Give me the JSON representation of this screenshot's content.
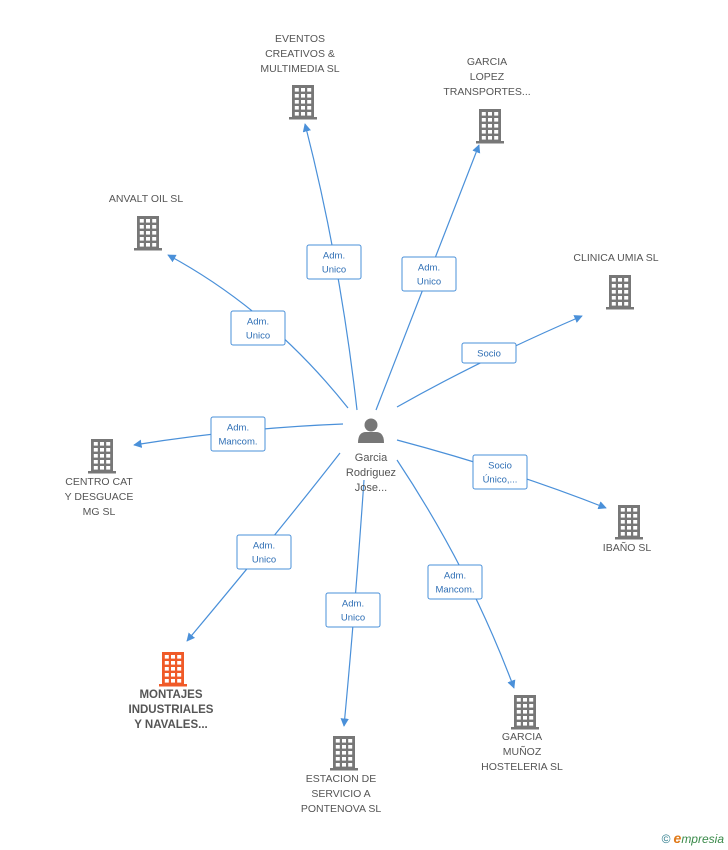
{
  "center": {
    "name_lines": [
      "Garcia",
      "Rodriguez",
      "Jose..."
    ],
    "icon": "person-icon"
  },
  "colors": {
    "edge": "#4a90d9",
    "building": "#777777",
    "highlight": "#f05a28"
  },
  "nodes": [
    {
      "id": "eventos",
      "lines": [
        "EVENTOS",
        "CREATIVOS &",
        "MULTIMEDIA  SL"
      ],
      "label_pos": "above",
      "role_lines": [
        "Adm.",
        "Unico"
      ],
      "highlight": false
    },
    {
      "id": "garcia-lopez",
      "lines": [
        "GARCIA",
        "LOPEZ",
        "TRANSPORTES..."
      ],
      "label_pos": "above",
      "role_lines": [
        "Adm.",
        "Unico"
      ],
      "highlight": false
    },
    {
      "id": "anvalt",
      "lines": [
        "ANVALT OIL  SL"
      ],
      "label_pos": "above",
      "role_lines": [
        "Adm.",
        "Unico"
      ],
      "highlight": false
    },
    {
      "id": "clinica",
      "lines": [
        "CLINICA UMIA SL"
      ],
      "label_pos": "above",
      "role_lines": [
        "Socio"
      ],
      "highlight": false
    },
    {
      "id": "centro",
      "lines": [
        "CENTRO CAT",
        "Y DESGUACE",
        "MG  SL"
      ],
      "label_pos": "below",
      "role_lines": [
        "Adm.",
        "Mancom."
      ],
      "highlight": false
    },
    {
      "id": "ibano",
      "lines": [
        "IBAÑO SL"
      ],
      "label_pos": "below",
      "role_lines": [
        "Socio",
        "Único,..."
      ],
      "highlight": false
    },
    {
      "id": "montajes",
      "lines": [
        "MONTAJES",
        "INDUSTRIALES",
        "Y NAVALES..."
      ],
      "label_pos": "below",
      "role_lines": [
        "Adm.",
        "Unico"
      ],
      "highlight": true
    },
    {
      "id": "estacion",
      "lines": [
        "ESTACION DE",
        "SERVICIO A",
        "PONTENOVA SL"
      ],
      "label_pos": "below",
      "role_lines": [
        "Adm.",
        "Unico"
      ],
      "highlight": false
    },
    {
      "id": "garcia-munoz",
      "lines": [
        "GARCIA",
        "MUÑOZ",
        "HOSTELERIA SL"
      ],
      "label_pos": "below",
      "role_lines": [
        "Adm.",
        "Mancom."
      ],
      "highlight": false
    }
  ],
  "footer": {
    "copyright": "©",
    "brand_e": "e",
    "brand_rest": "mpresia"
  }
}
